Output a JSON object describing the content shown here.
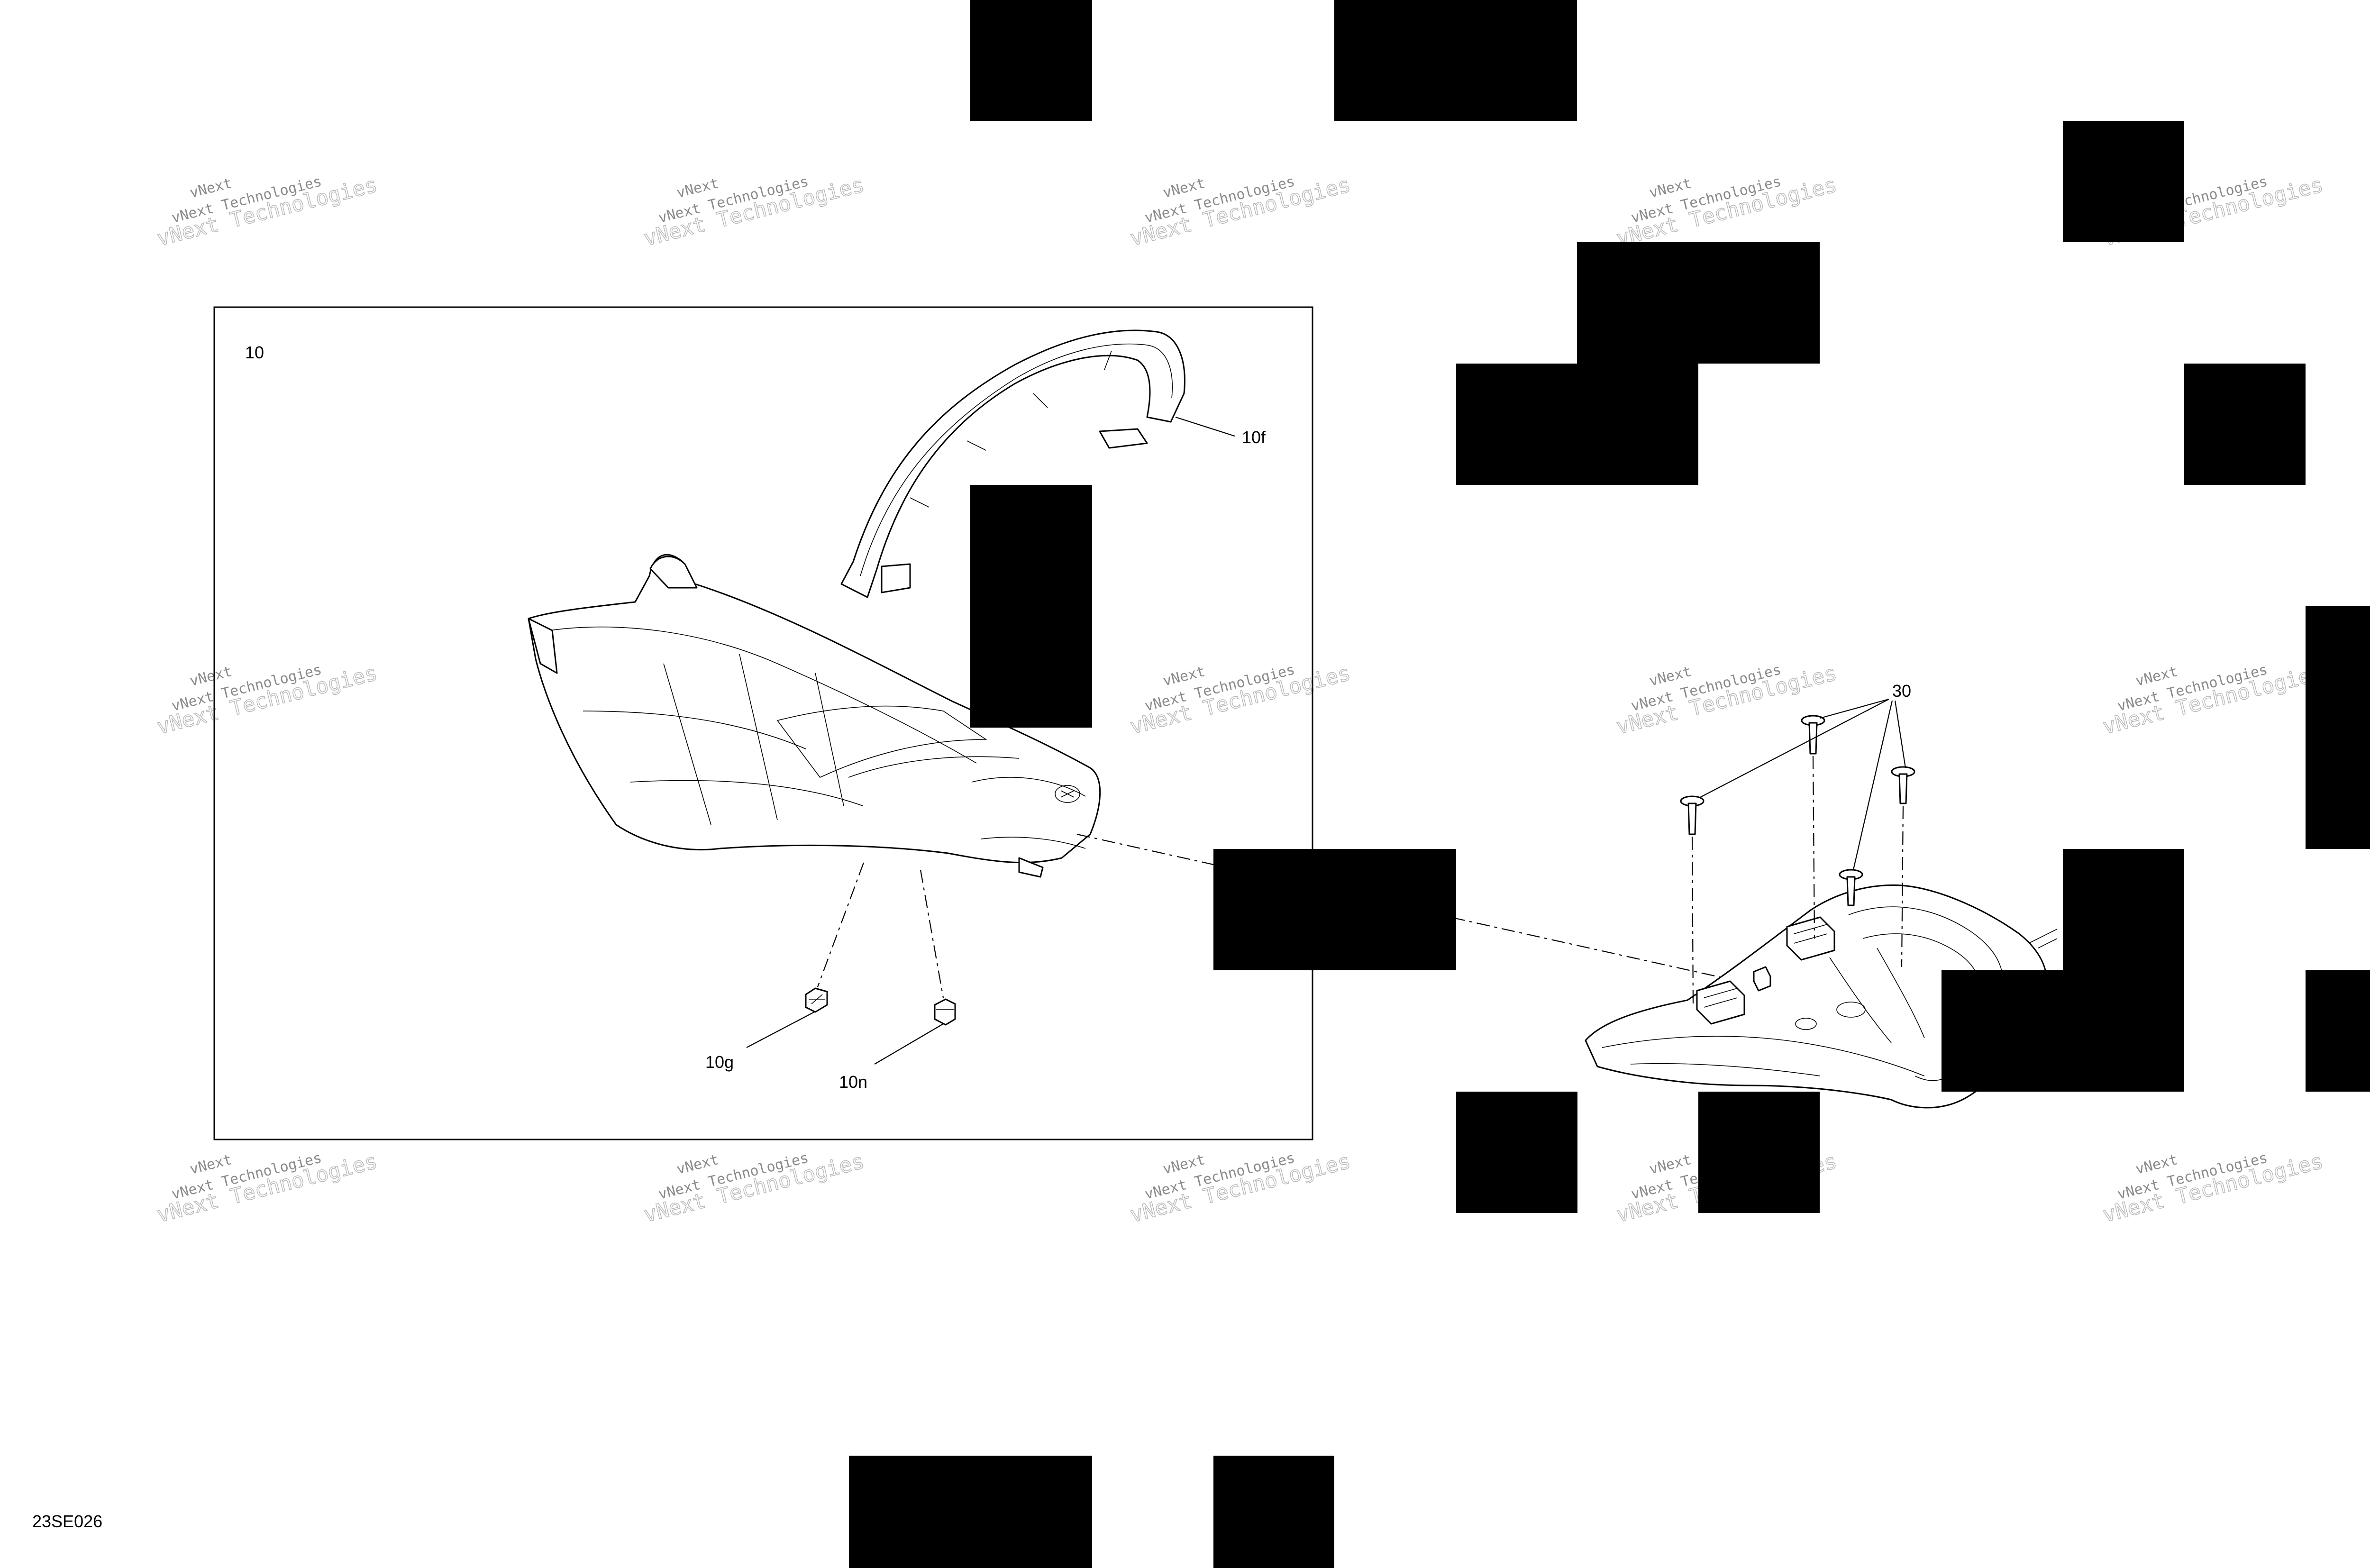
{
  "diagram": {
    "inset_label": "10",
    "callouts": {
      "grab_handle": "10f",
      "clip_left": "10g",
      "clip_right": "10n",
      "screws": "30"
    },
    "figure_code": "23SE026",
    "watermark": {
      "line1": "vNext Technologies",
      "line2": "vNext Technologies",
      "line3": "vNext"
    }
  }
}
